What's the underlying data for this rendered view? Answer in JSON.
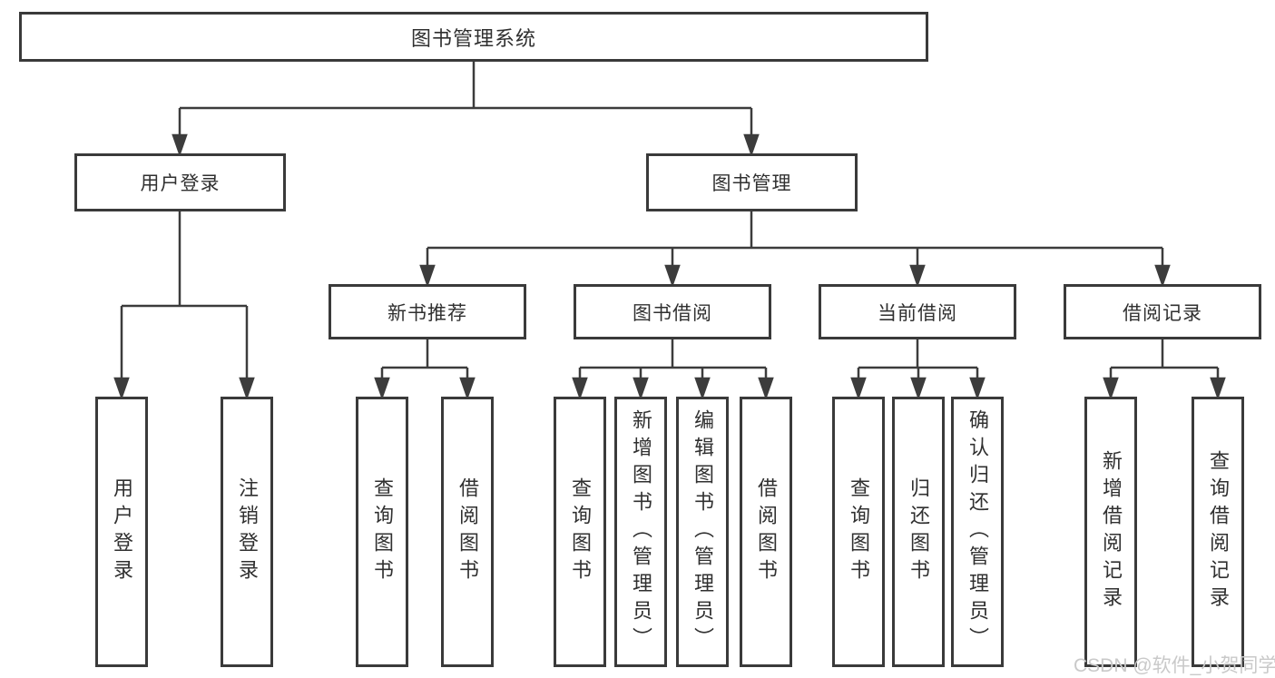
{
  "diagram": {
    "title_node": "图书管理系统",
    "nodes": {
      "root": "图书管理系统",
      "user_login": "用户登录",
      "book_mgmt": "图书管理",
      "new_book_rec": "新书推荐",
      "book_borrow": "图书借阅",
      "current_borrow": "当前借阅",
      "borrow_records": "借阅记录",
      "leaf_user_login": "用户登录",
      "leaf_logout": "注销登录",
      "leaf_nb_query": "查询图书",
      "leaf_nb_borrow": "借阅图书",
      "leaf_bb_query": "查询图书",
      "leaf_bb_add": "新增图书（管理员）",
      "leaf_bb_edit": "编辑图书（管理员）",
      "leaf_bb_borrow": "借阅图书",
      "leaf_cb_query": "查询图书",
      "leaf_cb_return": "归还图书",
      "leaf_cb_confirm": "确认归还（管理员）",
      "leaf_br_add": "新增借阅记录",
      "leaf_br_query": "查询借阅记录"
    },
    "colors": {
      "line": "#3c3c3c",
      "border": "#3a3a3a",
      "text": "#303030",
      "background": "#ffffff",
      "watermark": "#c9c9c9"
    }
  },
  "watermark": "CSDN @软件_小贺同学"
}
